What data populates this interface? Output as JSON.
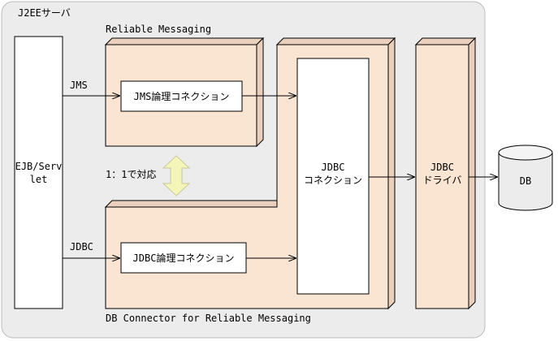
{
  "server": {
    "title": "J2EEサーバ"
  },
  "reliable_messaging": {
    "label": "Reliable Messaging"
  },
  "db_connector": {
    "label": "DB Connector for Reliable Messaging"
  },
  "ejb": {
    "line1": "EJB/Serv",
    "line2": "let"
  },
  "jms": {
    "arrow_label": "JMS",
    "logical_connection": "JMS論理コネクション"
  },
  "jdbc": {
    "arrow_label": "JDBC",
    "logical_connection": "JDBC論理コネクション"
  },
  "correspondence": {
    "label": "1：1で対応"
  },
  "jdbc_connection": {
    "line1": "JDBC",
    "line2": "コネクション"
  },
  "jdbc_driver": {
    "line1": "JDBC",
    "line2": "ドライバ"
  },
  "db": {
    "label": "DB"
  },
  "colors": {
    "server_bg": "#ececec",
    "box_fill": "#fae4d2",
    "box_shade": "#ead0bc",
    "sync_arrow": "#f4f5b8"
  }
}
